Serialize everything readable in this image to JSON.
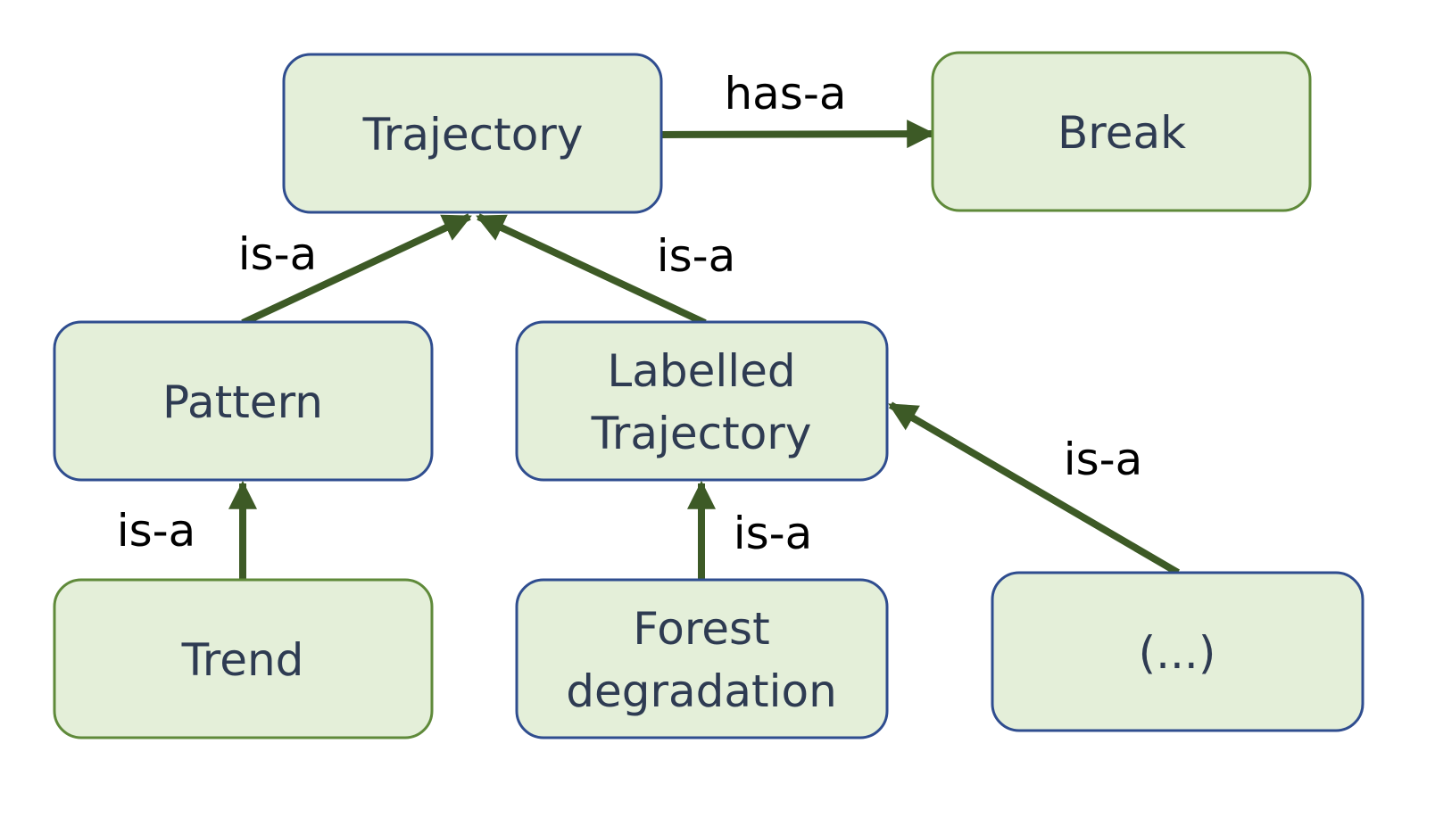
{
  "colors": {
    "node_fill": "#e4efd9",
    "node_border_blue": "#2f4d8f",
    "node_border_green": "#5f8a3a",
    "arrow": "#3d5a26",
    "node_text": "#2e3b52",
    "edge_text": "#000000"
  },
  "nodes": {
    "trajectory": {
      "lines": [
        "Trajectory"
      ],
      "border": "blue"
    },
    "break": {
      "lines": [
        "Break"
      ],
      "border": "green"
    },
    "pattern": {
      "lines": [
        "Pattern"
      ],
      "border": "blue"
    },
    "labelled_trajectory": {
      "lines": [
        "Labelled",
        "Trajectory"
      ],
      "border": "blue"
    },
    "trend": {
      "lines": [
        "Trend"
      ],
      "border": "green"
    },
    "forest_degradation": {
      "lines": [
        "Forest",
        "degradation"
      ],
      "border": "blue"
    },
    "ellipsis": {
      "lines": [
        "(...)"
      ],
      "border": "blue"
    }
  },
  "edges": {
    "trajectory_break": {
      "from": "trajectory",
      "to": "break",
      "label": "has-a"
    },
    "pattern_trajectory": {
      "from": "pattern",
      "to": "trajectory",
      "label": "is-a"
    },
    "labelled_trajectory": {
      "from": "labelled_trajectory",
      "to": "trajectory",
      "label": "is-a"
    },
    "trend_pattern": {
      "from": "trend",
      "to": "pattern",
      "label": "is-a"
    },
    "forest_labelled": {
      "from": "forest_degradation",
      "to": "labelled_trajectory",
      "label": "is-a"
    },
    "ellipsis_labelled": {
      "from": "ellipsis",
      "to": "labelled_trajectory",
      "label": "is-a"
    }
  }
}
